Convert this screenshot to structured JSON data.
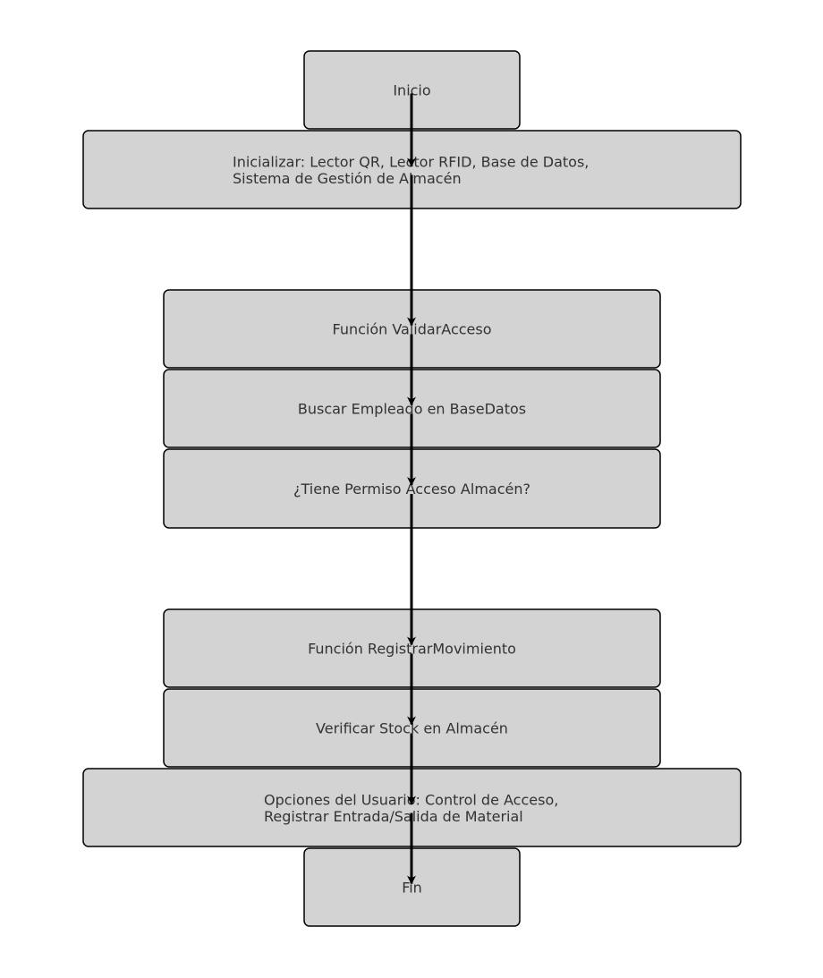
{
  "colors": {
    "node_fill": "#d3d3d3",
    "node_stroke": "#000000",
    "text": "#333333",
    "arrow": "#000000",
    "background": "#ffffff"
  },
  "flowchart": {
    "nodes": [
      {
        "id": "inicio",
        "lines": [
          "Inicio"
        ]
      },
      {
        "id": "inicializar",
        "lines": [
          "Inicializar: Lector QR, Lector RFID, Base de Datos,",
          "Sistema de Gestión de Almacén"
        ]
      },
      {
        "id": "validar-acceso",
        "lines": [
          "Función ValidarAcceso"
        ]
      },
      {
        "id": "buscar-empleado",
        "lines": [
          "Buscar Empleado en BaseDatos"
        ]
      },
      {
        "id": "tiene-permiso",
        "lines": [
          "¿Tiene Permiso Acceso Almacén?"
        ]
      },
      {
        "id": "registrar-movimiento",
        "lines": [
          "Función RegistrarMovimiento"
        ]
      },
      {
        "id": "verificar-stock",
        "lines": [
          "Verificar Stock en Almacén"
        ]
      },
      {
        "id": "opciones-usuario",
        "lines": [
          "Opciones del Usuario: Control de Acceso,",
          "Registrar Entrada/Salida de Material"
        ]
      },
      {
        "id": "fin",
        "lines": [
          "Fin"
        ]
      }
    ],
    "edges": [
      {
        "from": "inicio",
        "to": "inicializar"
      },
      {
        "from": "inicializar",
        "to": "validar-acceso"
      },
      {
        "from": "validar-acceso",
        "to": "buscar-empleado"
      },
      {
        "from": "buscar-empleado",
        "to": "tiene-permiso"
      },
      {
        "from": "tiene-permiso",
        "to": "registrar-movimiento"
      },
      {
        "from": "registrar-movimiento",
        "to": "verificar-stock"
      },
      {
        "from": "verificar-stock",
        "to": "opciones-usuario"
      },
      {
        "from": "opciones-usuario",
        "to": "fin"
      }
    ]
  }
}
